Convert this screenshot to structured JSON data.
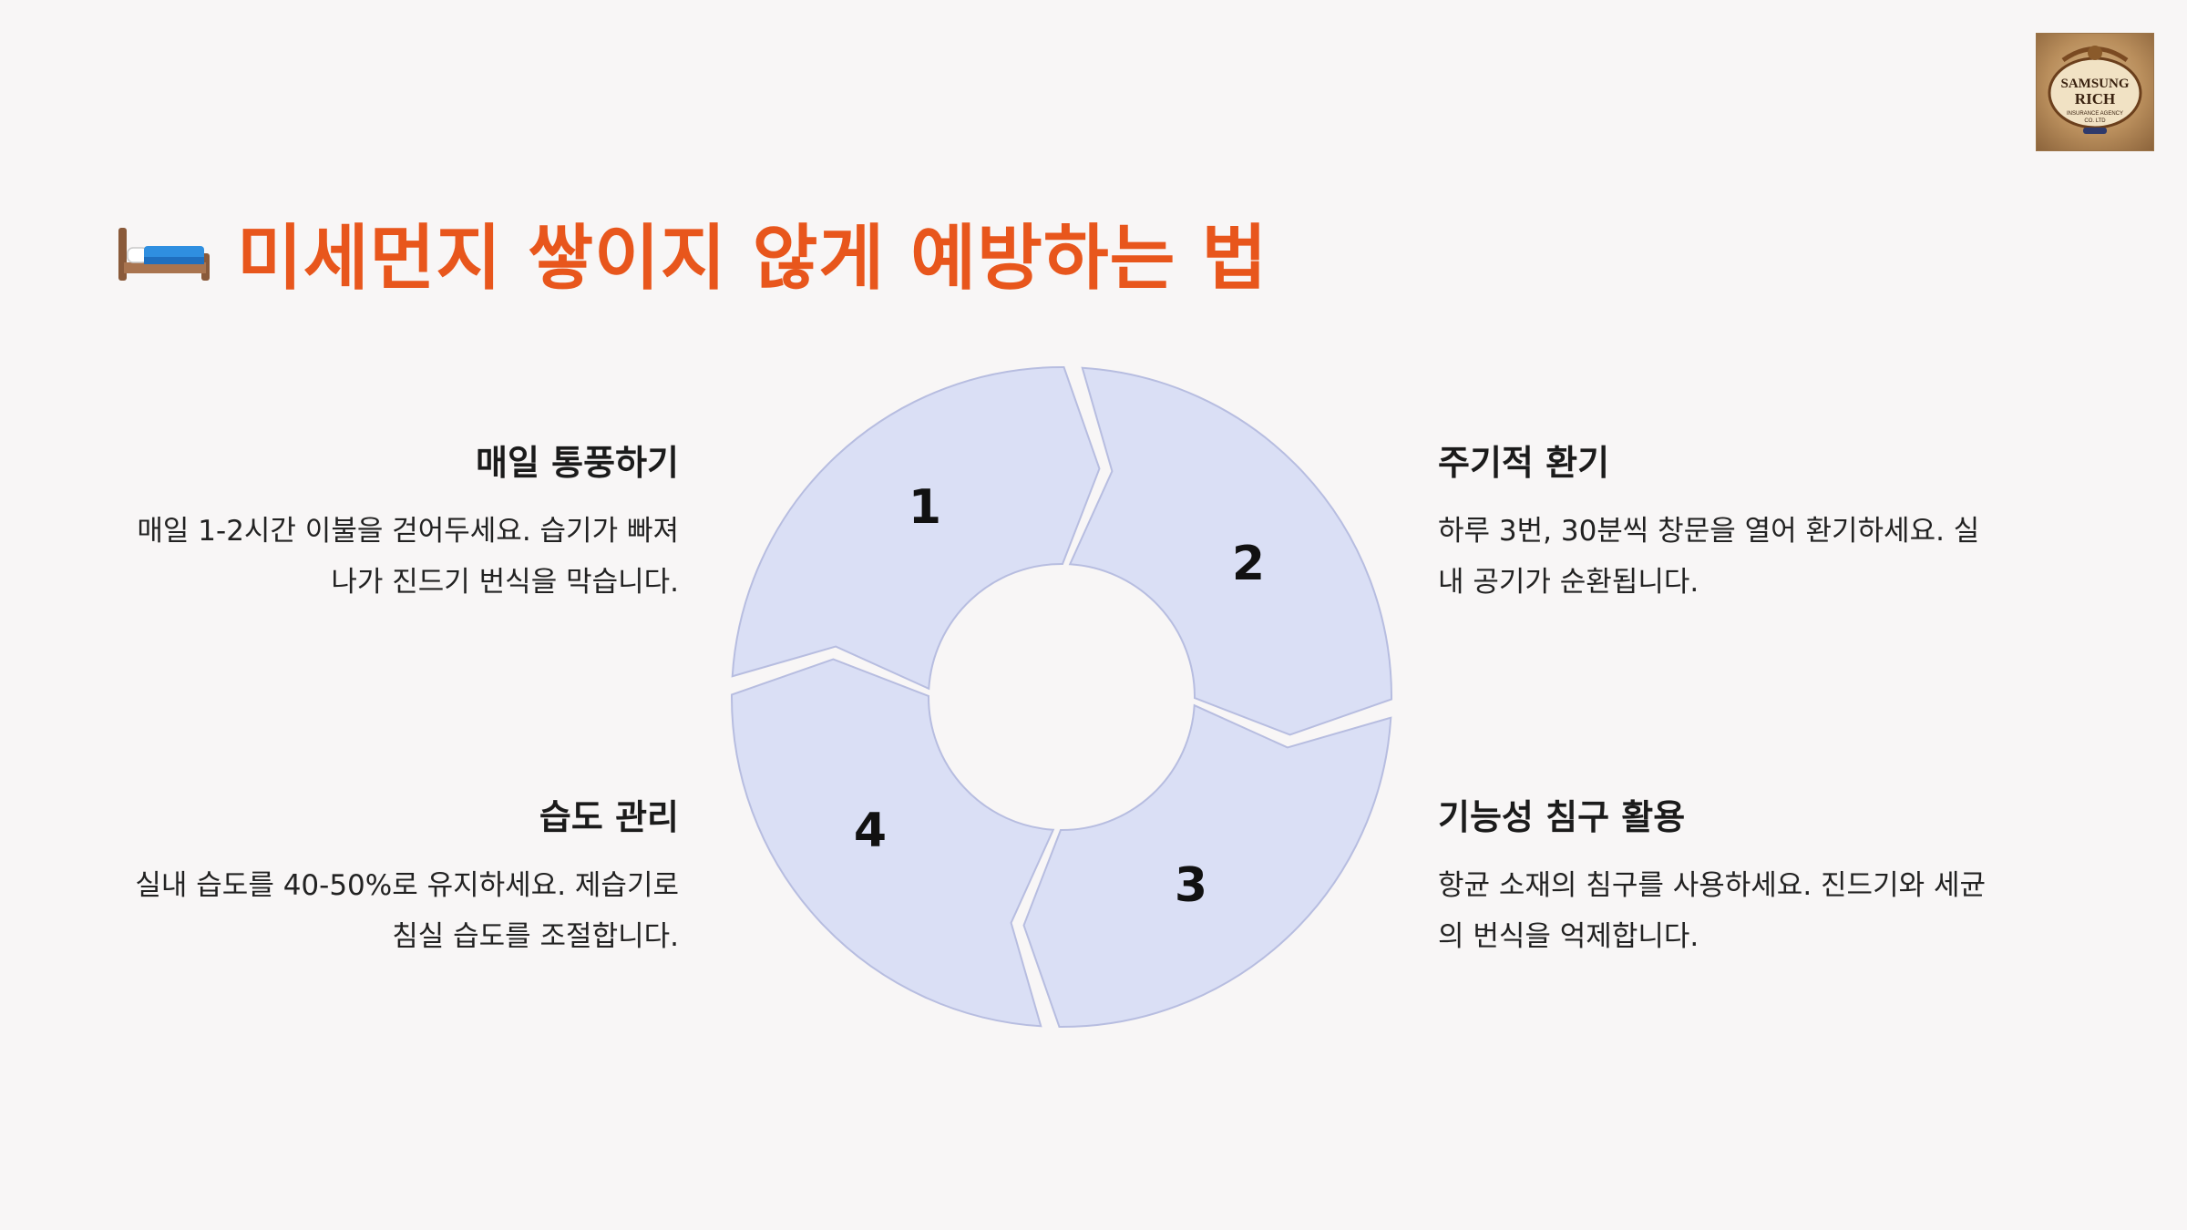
{
  "title": "미세먼지 쌓이지 않게 예방하는 법",
  "icons": {
    "title": "bed-icon",
    "logo": "samsung-rich-logo"
  },
  "logo": {
    "line1": "SAMSUNG",
    "line2": "RICH",
    "line3": "INSURANCE AGENCY",
    "line4": "CO. LTD"
  },
  "colors": {
    "title": "#e8561c",
    "segment_fill": "#dadff5",
    "segment_stroke": "#b7bde0",
    "text": "#1b1b1b"
  },
  "steps": [
    {
      "number": "1",
      "title": "매일 통풍하기",
      "desc": "매일 1-2시간 이불을 걷어두세요. 습기가 빠져나가 진드기 번식을 막습니다."
    },
    {
      "number": "2",
      "title": "주기적 환기",
      "desc": "하루 3번, 30분씩 창문을 열어 환기하세요. 실내 공기가 순환됩니다."
    },
    {
      "number": "3",
      "title": "기능성 침구 활용",
      "desc": "항균 소재의 침구를 사용하세요. 진드기와 세균의 번식을 억제합니다."
    },
    {
      "number": "4",
      "title": "습도 관리",
      "desc": "실내 습도를 40-50%로 유지하세요. 제습기로 침실 습도를 조절합니다."
    }
  ]
}
